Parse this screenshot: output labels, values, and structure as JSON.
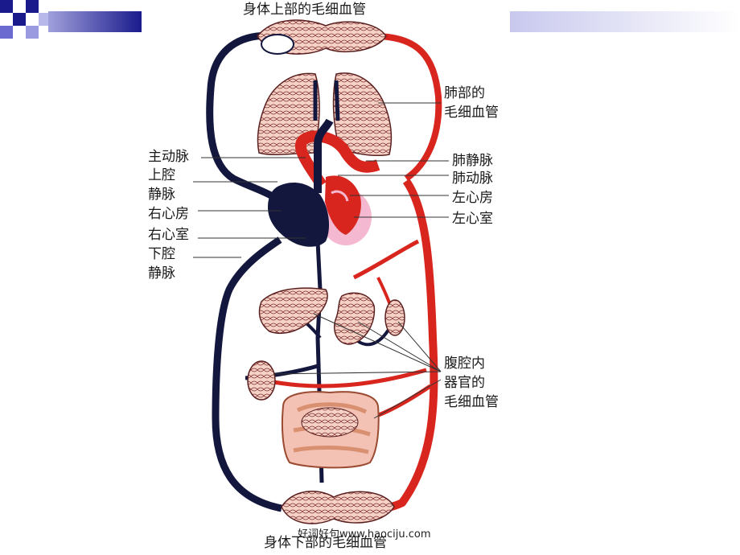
{
  "labels": {
    "top_title": "身体上部的毛细血管",
    "bottom_title": "身体下部的毛细血管",
    "lung_capillaries": [
      "肺部的",
      "毛细血管"
    ],
    "aorta": "主动脉",
    "superior_vena_cava": [
      "上腔",
      "静脉"
    ],
    "right_atrium": "右心房",
    "right_ventricle": "右心室",
    "inferior_vena_cava": [
      "下腔",
      "静脉"
    ],
    "pulmonary_vein": "肺静脉",
    "pulmonary_artery": "肺动脉",
    "left_atrium": "左心房",
    "left_ventricle": "左心室",
    "abdominal_capillaries": [
      "腹腔内",
      "器官的",
      "毛细血管"
    ]
  },
  "watermark": "好词好句www.haociju.com",
  "colors": {
    "vein": "#14173d",
    "artery": "#d8261e",
    "capillary_pink": "#f3c2b4",
    "heart_sac": "#f4b8d0",
    "deco_blue": "#1a1a8c"
  }
}
